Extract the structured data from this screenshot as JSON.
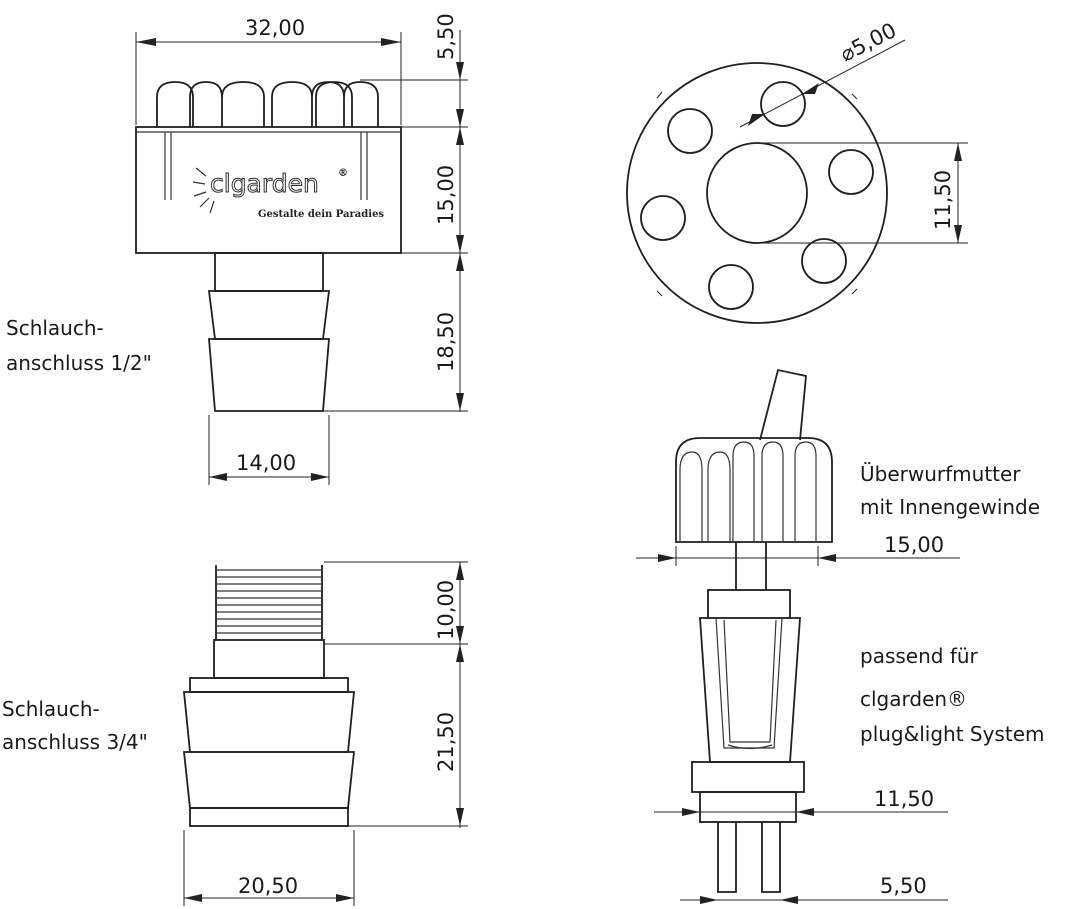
{
  "brand": {
    "logo_text": "clgarden",
    "registered": "®",
    "tagline": "Gestalte dein Paradies"
  },
  "dimensions": {
    "top_width": "32,00",
    "led_height": "5,50",
    "body_height": "15,00",
    "hose_length": "18,50",
    "hose_width": "14,00",
    "hole_diameter": "⌀5,00",
    "center_hole": "11,50",
    "thread_height": "10,00",
    "adapter_height": "21,50",
    "adapter_width": "20,50",
    "nut_width": "15,00",
    "plug_width": "11,50",
    "pin_spacing": "5,50"
  },
  "labels": {
    "hose_half_line1": "Schlauch-",
    "hose_half_line2": "anschluss 1/2\"",
    "hose_threequarter_line1": "Schlauch-",
    "hose_threequarter_line2": "anschluss 3/4\"",
    "nut_line1": "Überwurfmutter",
    "nut_line2": "mit Innengewinde",
    "fits_line1": "passend für",
    "fits_line2": "clgarden®",
    "fits_line3": "plug&light System"
  }
}
